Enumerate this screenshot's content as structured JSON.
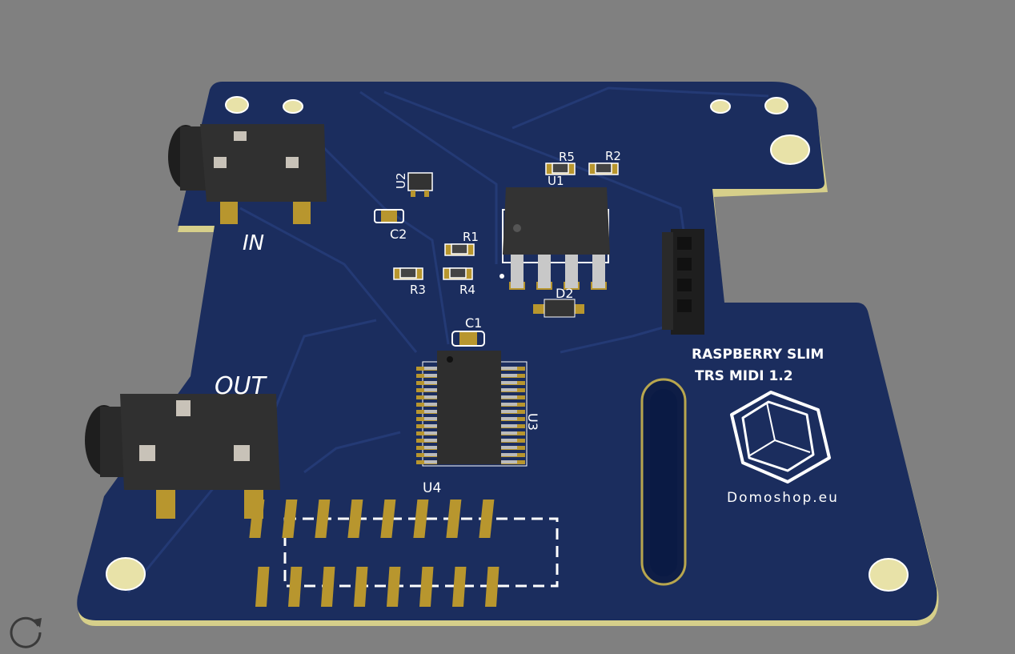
{
  "viewer": {
    "rotate_icon": "rotate-icon"
  },
  "board": {
    "colors": {
      "soldermask": "#1b2d5e",
      "copper": "#b8962e",
      "edge": "#d6cf8a",
      "silkscreen": "#ffffff",
      "ic": "#2e2e2e",
      "background": "#808080"
    },
    "title_line1": "RASPBERRY SLIM",
    "title_line2": "TRS MIDI 1.2",
    "brand": "Domoshop.eu",
    "jack_in_label": "IN",
    "jack_out_label": "OUT",
    "refs": {
      "u1": "U1",
      "u2": "U2",
      "u3": "U3",
      "u4": "U4",
      "r1": "R1",
      "r2": "R2",
      "r3": "R3",
      "r4": "R4",
      "r5": "R5",
      "c1": "C1",
      "c2": "C2",
      "d2": "D2"
    }
  }
}
